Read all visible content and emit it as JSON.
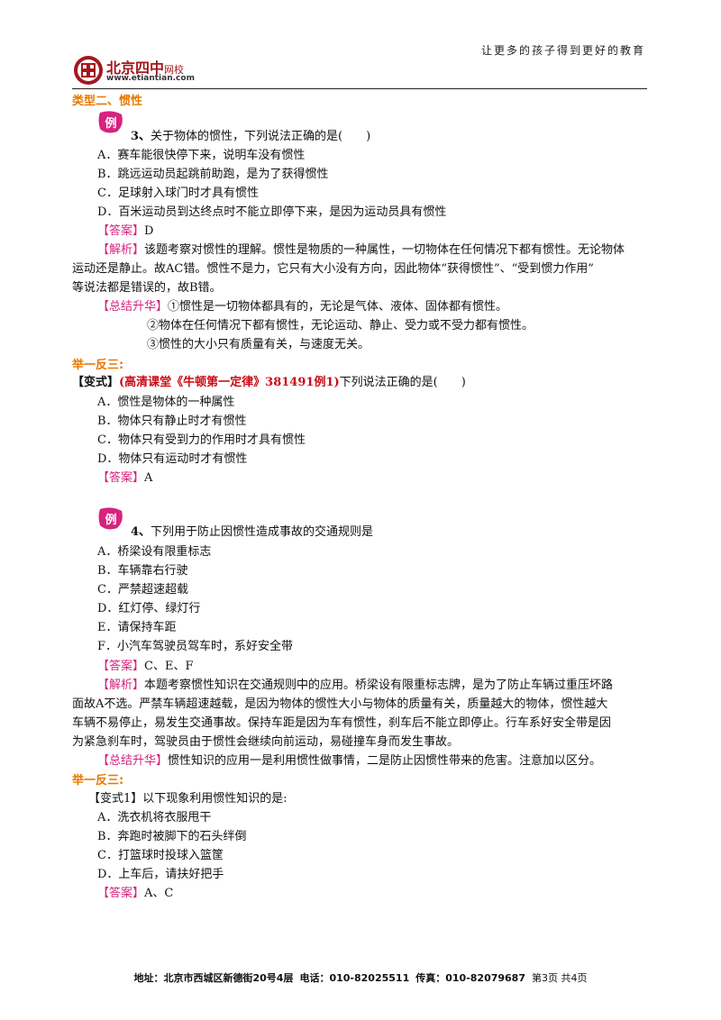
{
  "header": {
    "slogan": "让更多的孩子得到更好的教育",
    "logo_name": "北京四中",
    "logo_sub": "网校",
    "logo_url": "www.etiantian.com"
  },
  "badge_text": "例",
  "section_title": "类型二、惯性",
  "ex3": {
    "num": "3、",
    "stem": "关于物体的惯性，下列说法正确的是(　　)",
    "options": [
      "A．赛车能很快停下来，说明车没有惯性",
      "B．跳远运动员起跳前助跑，是为了获得惯性",
      "C．足球射入球门时才具有惯性",
      "D．百米运动员到达终点时不能立即停下来，是因为运动员具有惯性"
    ],
    "answer_tag": "【答案】",
    "answer": "D",
    "analysis_tag": "【解析】",
    "analysis_lines": [
      "该题考察对惯性的理解。惯性是物质的一种属性，一切物体在任何情况下都有惯性。无论物体",
      "运动还是静止。故AC错。惯性不是力，它只有大小没有方向，因此物体“获得惯性”、“受到惯力作用”",
      "等说法都是错误的，故B错。"
    ],
    "summary_tag": "【总结升华】",
    "summary_lines": [
      "①惯性是一切物体都具有的，无论是气体、液体、固体都有惯性。",
      "②物体在任何情况下都有惯性，无论运动、静止、受力或不受力都有惯性。",
      "③惯性的大小只有质量有关，与速度无关。"
    ]
  },
  "jyfs1": {
    "title": "举一反三:",
    "variant_prefix": "【变式】",
    "variant_ref": "(高清课堂《牛顿第一定律》381491例1)",
    "stem": "下列说法正确的是(　　)",
    "options": [
      "A．惯性是物体的一种属性",
      "B．物体只有静止时才有惯性",
      "C．物体只有受到力的作用时才具有惯性",
      "D．物体只有运动时才有惯性"
    ],
    "answer_tag": "【答案】",
    "answer": "A"
  },
  "ex4": {
    "num": "4、",
    "stem": "下列用于防止因惯性造成事故的交通规则是",
    "options": [
      "A．桥梁设有限重标志",
      "B．车辆靠右行驶",
      "C．严禁超速超载",
      "D．红灯停、绿灯行",
      "E．请保持车距",
      "F．小汽车驾驶员驾车时，系好安全带"
    ],
    "answer_tag": "【答案】",
    "answer": "C、E、F",
    "analysis_tag": "【解析】",
    "analysis_lines": [
      "本题考察惯性知识在交通规则中的应用。桥梁设有限重标志牌，是为了防止车辆过重压坏路",
      "面故A不选。严禁车辆超速越载，是因为物体的惯性大小与物体的质量有关，质量越大的物体，惯性越大",
      "车辆不易停止，易发生交通事故。保持车距是因为车有惯性，刹车后不能立即停止。行车系好安全带是因",
      "为紧急刹车时，驾驶员由于惯性会继续向前运动，易碰撞车身而发生事故。"
    ],
    "summary_tag": "【总结升华】",
    "summary": "惯性知识的应用一是利用惯性做事情，二是防止因惯性带来的危害。注意加以区分。"
  },
  "jyfs2": {
    "title": "举一反三:",
    "variant_label": "【变式1】",
    "stem": "以下现象利用惯性知识的是:",
    "options": [
      "A．洗衣机将衣服甩干",
      "B．奔跑时被脚下的石头绊倒",
      "C．打篮球时投球入篮筐",
      "D．上车后，请扶好把手"
    ],
    "answer_tag": "【答案】",
    "answer": "A、C"
  },
  "footer": {
    "address": "地址：北京市西城区新德街20号4层",
    "phone": "电话：010-82025511",
    "fax": "传真：010-82079687",
    "page": "第3页 共4页"
  },
  "colors": {
    "section": "#e87800",
    "tag": "#d6237e",
    "emphasis": "#cc0a14",
    "logo": "#a4171e",
    "badge": "#d6237e"
  }
}
